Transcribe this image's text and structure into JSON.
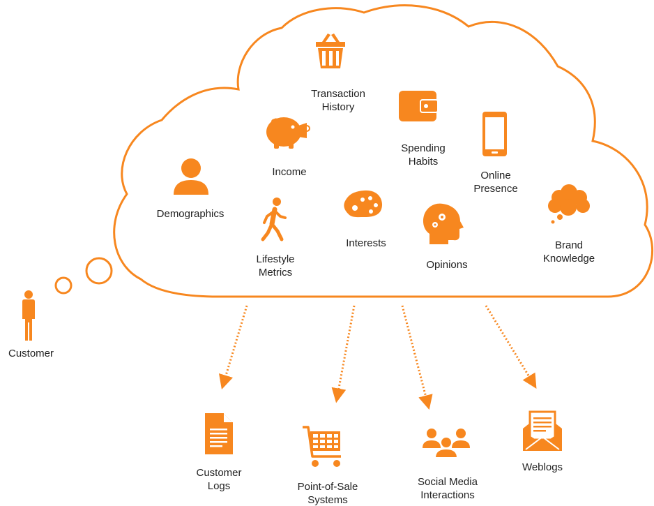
{
  "colors": {
    "accent": "#f7871f",
    "text": "#222222",
    "background": "#ffffff"
  },
  "diagram": {
    "customer": {
      "label": "Customer",
      "icon": "person-icon"
    },
    "cloud_items": [
      {
        "id": "transaction-history",
        "label": "Transaction\nHistory",
        "icon": "shopping-basket-icon"
      },
      {
        "id": "spending-habits",
        "label": "Spending\nHabits",
        "icon": "wallet-icon"
      },
      {
        "id": "income",
        "label": "Income",
        "icon": "piggy-bank-icon"
      },
      {
        "id": "online-presence",
        "label": "Online\nPresence",
        "icon": "smartphone-icon"
      },
      {
        "id": "demographics",
        "label": "Demographics",
        "icon": "user-icon"
      },
      {
        "id": "lifestyle-metrics",
        "label": "Lifestyle\nMetrics",
        "icon": "walking-person-icon"
      },
      {
        "id": "interests",
        "label": "Interests",
        "icon": "paint-palette-icon"
      },
      {
        "id": "opinions",
        "label": "Opinions",
        "icon": "head-gears-icon"
      },
      {
        "id": "brand-knowledge",
        "label": "Brand\nKnowledge",
        "icon": "thought-cloud-icon"
      }
    ],
    "sources": [
      {
        "id": "customer-logs",
        "label": "Customer\nLogs",
        "icon": "document-icon"
      },
      {
        "id": "point-of-sale",
        "label": "Point-of-Sale\nSystems",
        "icon": "shopping-cart-icon"
      },
      {
        "id": "social-media",
        "label": "Social Media\nInteractions",
        "icon": "group-icon"
      },
      {
        "id": "weblogs",
        "label": "Weblogs",
        "icon": "mail-letter-icon"
      }
    ]
  }
}
